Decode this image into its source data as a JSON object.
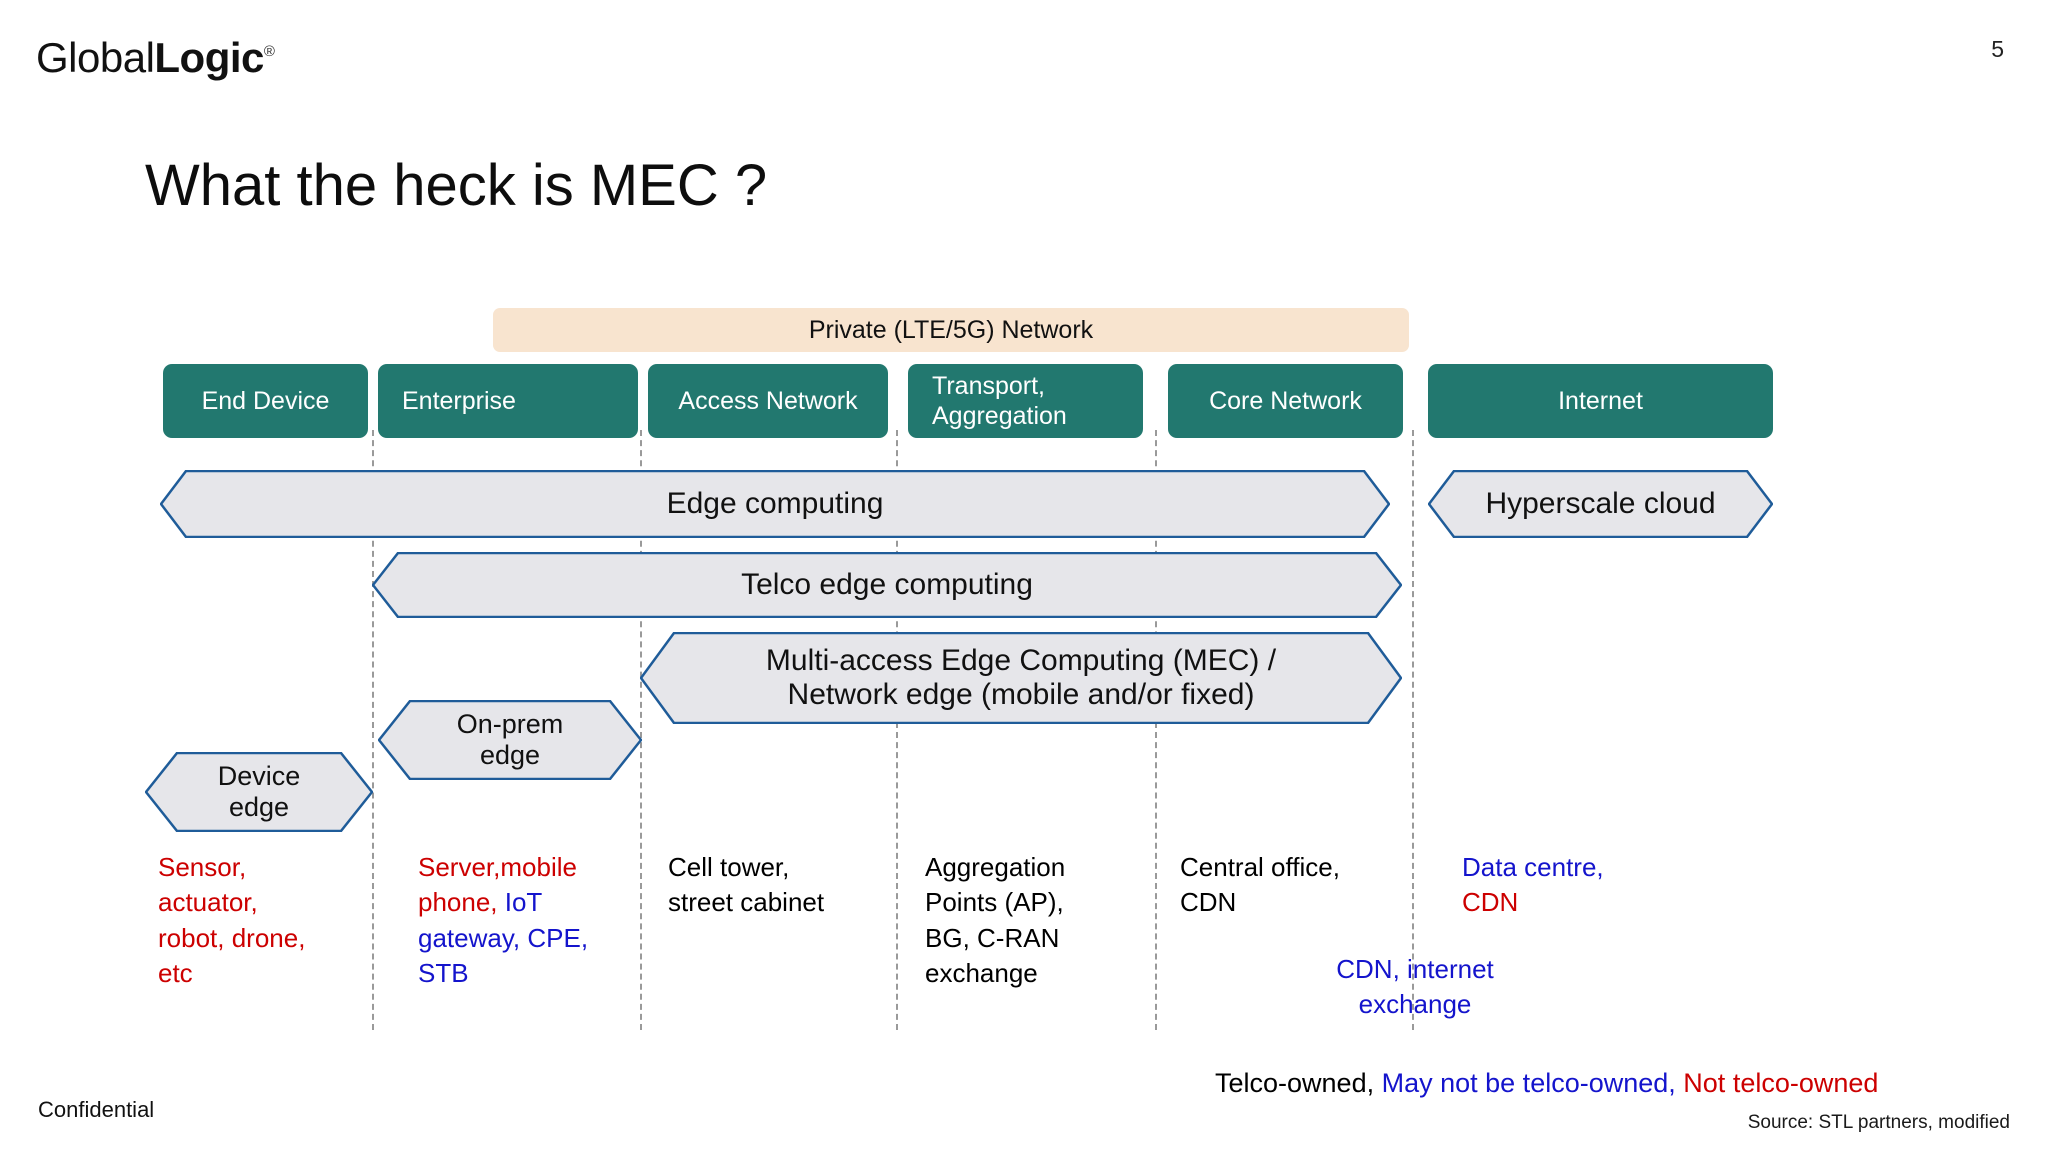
{
  "brand": {
    "logo_light": "Global",
    "logo_bold": "Logic",
    "logo_mark": "®"
  },
  "header": {
    "page_number": "5",
    "title": "What the heck is MEC ?"
  },
  "footer": {
    "confidential": "Confidential",
    "source": "Source: STL partners, modified"
  },
  "colors": {
    "stage_teal": "#22786f",
    "banner_peach": "#f8e4cf",
    "hex_fill": "#e6e6ea",
    "hex_stroke": "#1f5c99",
    "red": "#cc0000",
    "blue": "#1414cc",
    "divider": "#9a9a9a"
  },
  "diagram": {
    "private_network_banner": "Private (LTE/5G) Network",
    "stages": [
      {
        "label": "End Device",
        "align": "center"
      },
      {
        "label": "Enterprise",
        "align": "left"
      },
      {
        "label": "Access Network",
        "align": "center"
      },
      {
        "label": "Transport,\nAggregation",
        "align": "left"
      },
      {
        "label": "Core Network",
        "align": "center"
      },
      {
        "label": "Internet",
        "align": "center"
      }
    ],
    "bands": [
      {
        "label": "Edge computing"
      },
      {
        "label": "Hyperscale cloud"
      },
      {
        "label": "Telco edge computing"
      },
      {
        "label": "Multi-access Edge Computing (MEC) /\nNetwork edge (mobile and/or fixed)"
      },
      {
        "label": "On-prem\nedge"
      },
      {
        "label": "Device\nedge"
      }
    ],
    "examples": [
      {
        "col": "end-device",
        "line1": "Sensor,",
        "line2": "actuator,",
        "line3": "robot, drone,",
        "line4": "etc"
      },
      {
        "col": "enterprise",
        "line1": "Server,mobile",
        "line2a": "phone, ",
        "line2b": "IoT",
        "line3": "gateway, CPE,",
        "line4": "STB"
      },
      {
        "col": "access",
        "line1": "Cell tower,",
        "line2": "street cabinet"
      },
      {
        "col": "transport",
        "line1": "Aggregation",
        "line2": "Points (AP),",
        "line3": "BG, C-RAN",
        "line4": "exchange"
      },
      {
        "col": "core",
        "line1": "Central office,",
        "line2": "CDN"
      },
      {
        "col": "internet",
        "line1": "Data centre,",
        "line2": "CDN"
      },
      {
        "col": "core-internet-overlap",
        "line1": "CDN, internet",
        "line2": "exchange"
      }
    ],
    "legend": {
      "telco_owned": "Telco-owned,",
      "may_not_be_telco_owned": "May not be telco-owned,",
      "not_telco_owned": "Not telco-owned"
    }
  }
}
